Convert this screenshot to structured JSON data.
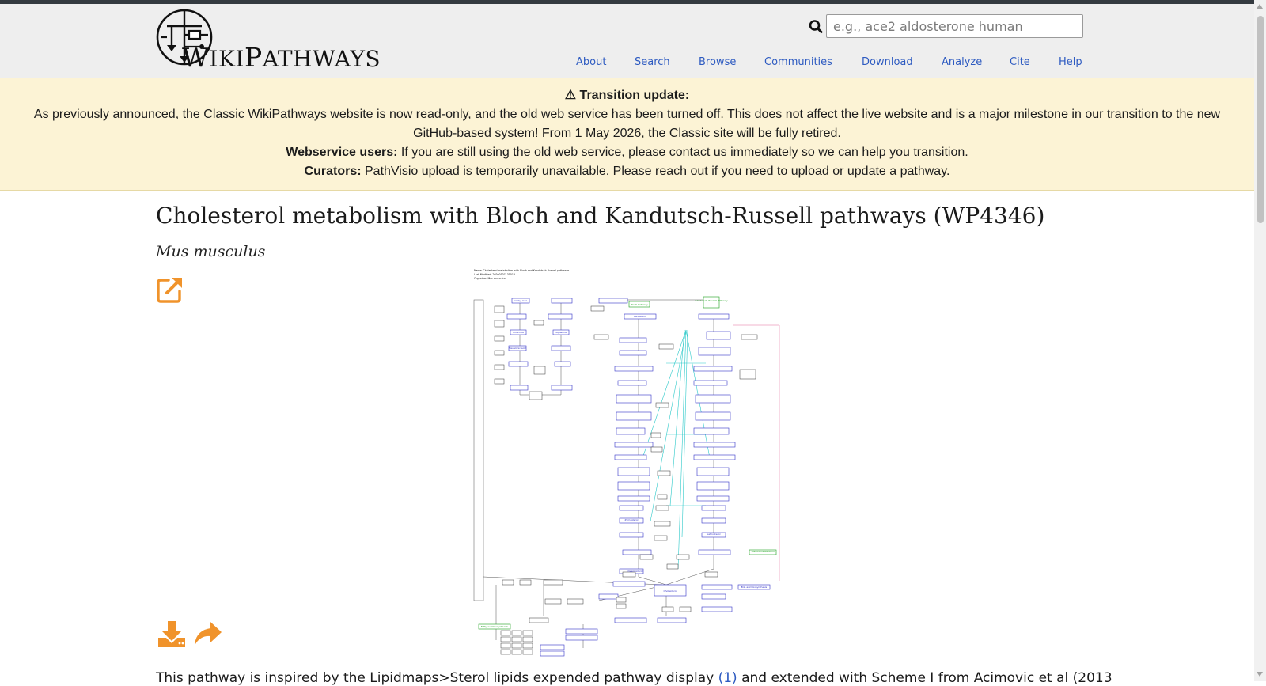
{
  "header": {
    "logo_text_prefix": "W",
    "logo_text_1": "IKI",
    "logo_text_p": "P",
    "logo_text_2": "ATHWAYS",
    "search_placeholder": "e.g., ace2 aldosterone human",
    "nav": [
      "About",
      "Search",
      "Browse",
      "Communities",
      "Download",
      "Analyze",
      "Cite",
      "Help"
    ]
  },
  "banner": {
    "title": "⚠ Transition update:",
    "body": "As previously announced, the Classic WikiPathways website is now read-only, and the old web service has been turned off. This does not affect the live website and is a major milestone in our transition to the new GitHub-based system! From 1 May 2026, the Classic site will be fully retired.",
    "webservice_label": "Webservice users:",
    "webservice_text_1": " If you are still using the old web service, please ",
    "webservice_link": "contact us immediately",
    "webservice_text_2": " so we can help you transition.",
    "curators_label": "Curators:",
    "curators_text_1": " PathVisio upload is temporarily unavailable. Please ",
    "curators_link": "reach out",
    "curators_text_2": " if you need to upload or update a pathway."
  },
  "page": {
    "title": "Cholesterol metabolism with Bloch and Kandutsch-Russell pathways (WP4346)",
    "species": "Mus musculus",
    "description_1": "This pathway is inspired by the Lipidmaps>Sterol lipids expended pathway display ",
    "description_ref": "(1)",
    "description_2": " and extended with Scheme I from Acimovic et al (2013"
  },
  "diagram": {
    "header_1": "Name: Cholesterol metabolism with Bloch and Kandutsch-Russell pathways",
    "header_2": "Last-Modified: 20200107131013",
    "header_3": "Organism: Mus musculus",
    "bloch_label": "Bloch Pathway",
    "kr_label": "Kandutsch-Russell Pathway",
    "lanosterol": "Lanosterol",
    "cholesterol": "Cholesterol",
    "desmosterol": "Desmosterol",
    "lathosterol": "Lathosterol",
    "zymosterol": "Zymosterol",
    "acetyl_coa": "Acetyl-CoA",
    "squalene": "Squalene",
    "hmg_coa": "HMG-CoA",
    "mevalonate": "Mevalonic acid",
    "steroid": "Steroid metabolism",
    "bile": "Bile acid biosynthesis",
    "fatty": "Fatty acid biosynthesis"
  },
  "colors": {
    "link": "#2e5bc1",
    "accent": "#f0932b",
    "banner_bg": "#fcf3d5",
    "header_bg": "#eeeeee",
    "node_blue": "#3232c8",
    "node_green": "#1aa01a"
  }
}
